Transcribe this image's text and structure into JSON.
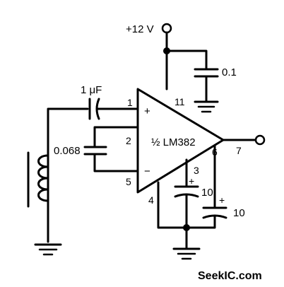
{
  "diagram": {
    "supply_label": "+12 V",
    "chip_label": "½ LM382",
    "input_cap_label": "1 μF",
    "c_0068_label": "0.068",
    "c_01_label": "0.1",
    "c_10a_label": "10",
    "c_10b_label": "10",
    "pin_1": "1",
    "pin_2": "2",
    "pin_5": "5",
    "pin_4": "4",
    "pin_11": "11",
    "pin_3": "3",
    "pin_6": "6",
    "pin_7": "7",
    "plus_sign": "+",
    "minus_sign": "−",
    "polarity_plus_1": "+",
    "polarity_plus_2": "+"
  },
  "watermark": "SeekIC.com"
}
